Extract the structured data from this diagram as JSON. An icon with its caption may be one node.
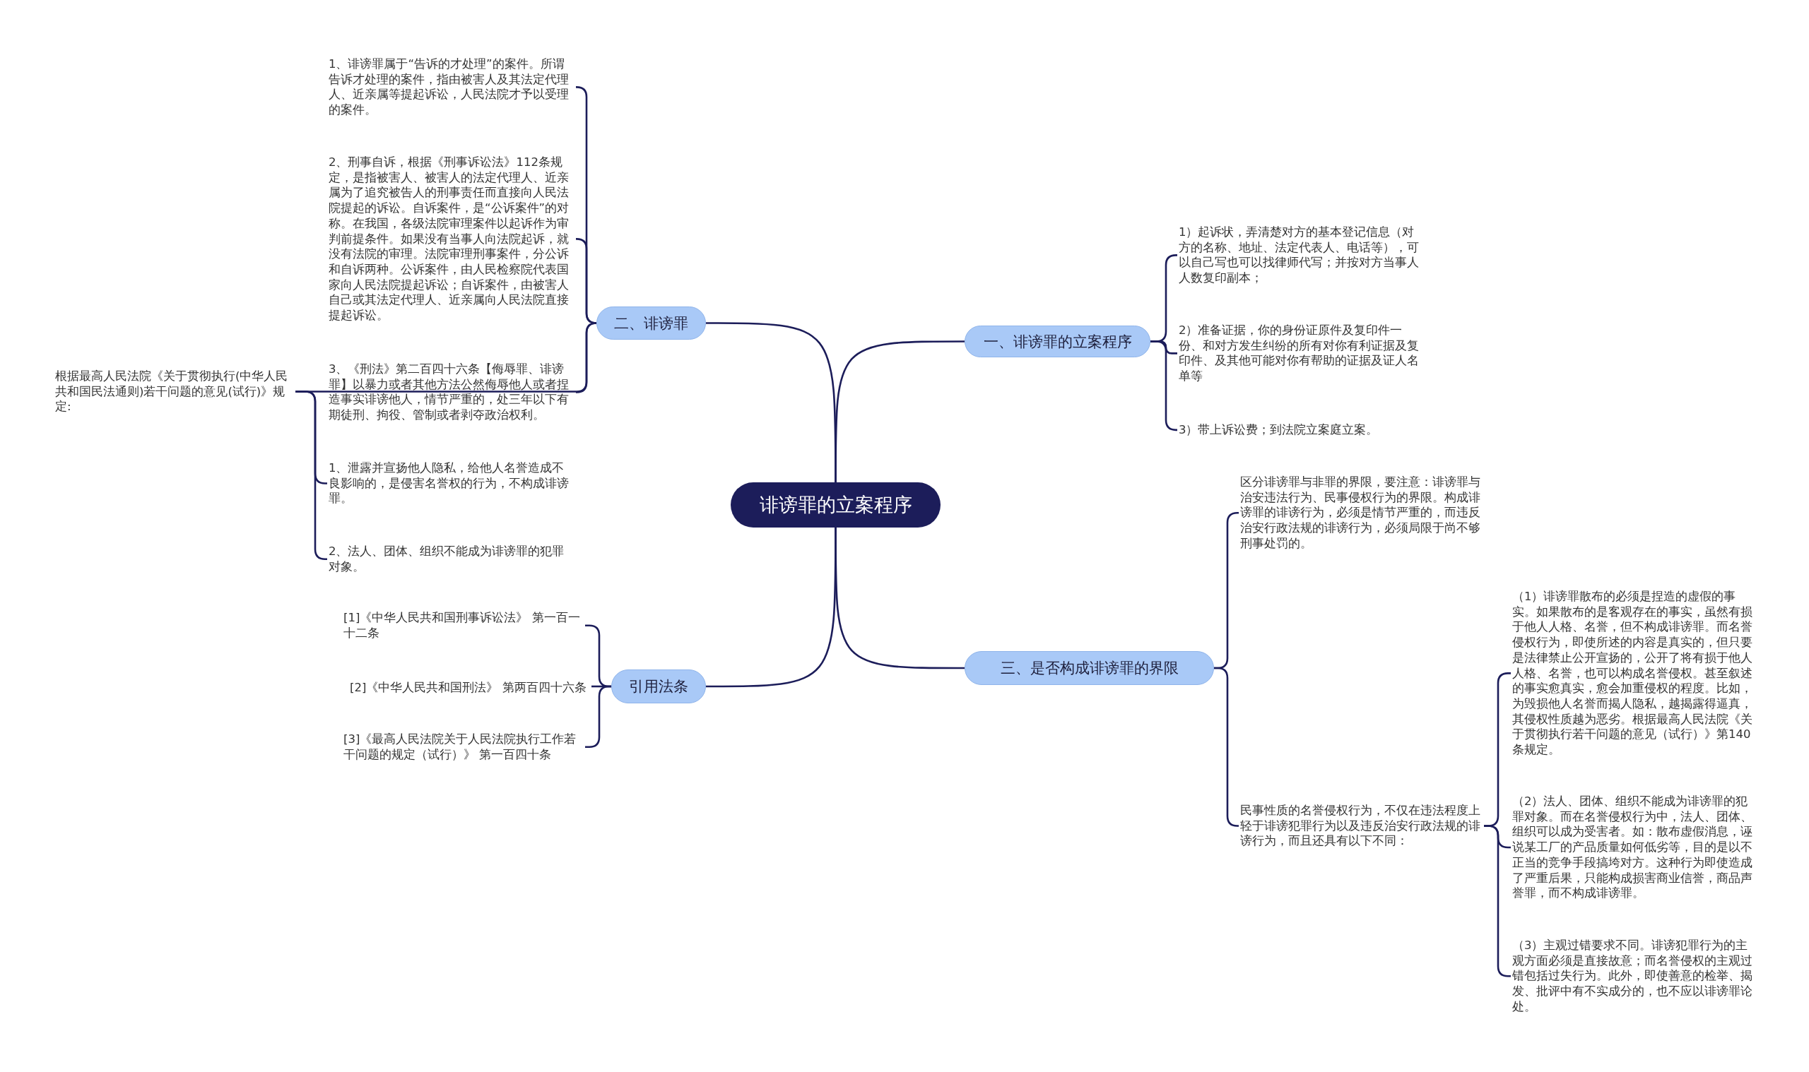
{
  "diagram": {
    "nodes": [
      {
        "text": [
          "诽谤罪的立案程序"
        ]
      },
      {
        "text": [
          "一、诽谤罪的立案程序"
        ]
      },
      {
        "text": [
          "1）起诉状，弄清楚对方的基本登记信息（对方的名称、地址、法定代表人、电话等），可以自己写也可以找律师代写；并按对方当事人人数复印副本；"
        ]
      },
      {
        "text": [
          "2）准备证据，你的身份证原件及复印件一份、和对方发生纠纷的所有对你有利证据及复印件、及其他可能对你有帮助的证据及证人名单等"
        ]
      },
      {
        "text": [
          "3）带上诉讼费；到法院立案庭立案。"
        ]
      },
      {
        "text": [
          "二、诽谤罪"
        ]
      },
      {
        "text": [
          "1、诽谤罪属于“告诉的才处理”的案件。所谓告诉才处理的案件，指由被害人及其法定代理人、近亲属等提起诉讼，人民法院才予以受理的案件。"
        ]
      },
      {
        "text": [
          "2、刑事自诉，根据《刑事诉讼法》112条规定，是指被害人、被害人的法定代理人、近亲属为了追究被告人的刑事责任而直接向人民法院提起的诉讼。自诉案件，是“公诉案件”的对称。在我国，各级法院审理案件以起诉作为审判前提条件。如果没有当事人向法院起诉，就没有法院的审理。法院审理刑事案件，分公诉和自诉两种。公诉案件，由人民检察院代表国家向人民法院提起诉讼；自诉案件，由被害人自己或其法定代理人、近亲属向人民法院直接提起诉讼。"
        ]
      },
      {
        "text": [
          "3、《刑法》第二百四十六条【侮辱罪、诽谤罪】以暴力或者其他方法公然侮辱他人或者捏造事实诽谤他人，情节严重的，处三年以下有期徒刑、拘役、管制或者剥夺政治权利。"
        ]
      },
      {
        "text": [
          "根据最高人民法院《关于贯彻执行(中华人民共和国民法通则)若干问题的意见(试行)》规定:"
        ]
      },
      {
        "text": [
          "1、泄露并宣扬他人隐私，给他人名誉造成不良影响的，是侵害名誉权的行为，不构成诽谤罪。"
        ]
      },
      {
        "text": [
          "2、法人、团体、组织不能成为诽谤罪的犯罪对象。"
        ]
      },
      {
        "text": [
          "三、是否构成诽谤罪的界限"
        ]
      },
      {
        "text": [
          "区分诽谤罪与非罪的界限，要注意：诽谤罪与治安违法行为、民事侵权行为的界限。构成诽谤罪的诽谤行为，必须是情节严重的，而违反治安行政法规的诽谤行为，必须局限于尚不够刑事处罚的。"
        ]
      },
      {
        "text": [
          "民事性质的名誉侵权行为，不仅在违法程度上轻于诽谤犯罪行为以及违反治安行政法规的诽谤行为，而且还具有以下不同："
        ]
      },
      {
        "text": [
          "（1）诽谤罪散布的必须是捏造的虚假的事实。如果散布的是客观存在的事实，虽然有损于他人人格、名誉，但不构成诽谤罪。而名誉侵权行为，即使所述的内容是真实的，但只要是法律禁止公开宣扬的，公开了将有损于他人人格、名誉，也可以构成名誉侵权。甚至叙述的事实愈真实，愈会加重侵权的程度。比如，为毁损他人名誉而揭人隐私，越揭露得逼真，其侵权性质越为恶劣。根据最高人民法院《关于贯彻执行若干问题的意见（试行）》第140条规定。"
        ]
      },
      {
        "text": [
          "（2）法人、团体、组织不能成为诽谤罪的犯罪对象。而在名誉侵权行为中，法人、团体、组织可以成为受害者。如：散布虚假消息，诬说某工厂的产品质量如何低劣等，目的是以不正当的竞争手段搞垮对方。这种行为即使造成了严重后果，只能构成损害商业信誉，商品声誉罪，而不构成诽谤罪。"
        ]
      },
      {
        "text": [
          "（3）主观过错要求不同。诽谤犯罪行为的主观方面必须是直接故意；而名誉侵权的主观过错包括过失行为。此外，即使善意的检举、揭发、批评中有不实成分的，也不应以诽谤罪论处。"
        ]
      },
      {
        "text": [
          "引用法条"
        ]
      },
      {
        "text": [
          "[1]《中华人民共和国刑事诉讼法》 第一百一十二条"
        ]
      },
      {
        "text": [
          "[2]《中华人民共和国刑法》 第两百四十六条"
        ]
      },
      {
        "text": [
          "[3]《最高人民法院关于人民法院执行工作若干问题的规定（试行）》 第一百四十条"
        ]
      }
    ],
    "edges": [
      {
        "from": 0,
        "to": 1,
        "arrow": "none"
      },
      {
        "from": 1,
        "to": 2,
        "arrow": "none"
      },
      {
        "from": 1,
        "to": 3,
        "arrow": "none"
      },
      {
        "from": 1,
        "to": 4,
        "arrow": "none"
      },
      {
        "from": 0,
        "to": 5,
        "arrow": "none"
      },
      {
        "from": 5,
        "to": 6,
        "arrow": "none"
      },
      {
        "from": 5,
        "to": 7,
        "arrow": "none"
      },
      {
        "from": 5,
        "to": 8,
        "arrow": "none"
      },
      {
        "from": 5,
        "to": 9,
        "arrow": "none"
      },
      {
        "from": 9,
        "to": 10,
        "arrow": "none"
      },
      {
        "from": 9,
        "to": 11,
        "arrow": "none"
      },
      {
        "from": 0,
        "to": 12,
        "arrow": "none"
      },
      {
        "from": 12,
        "to": 13,
        "arrow": "none"
      },
      {
        "from": 12,
        "to": 14,
        "arrow": "none"
      },
      {
        "from": 14,
        "to": 15,
        "arrow": "none"
      },
      {
        "from": 14,
        "to": 16,
        "arrow": "none"
      },
      {
        "from": 14,
        "to": 17,
        "arrow": "none"
      },
      {
        "from": 0,
        "to": 18,
        "arrow": "none"
      },
      {
        "from": 18,
        "to": 19,
        "arrow": "none"
      },
      {
        "from": 18,
        "to": 20,
        "arrow": "none"
      },
      {
        "from": 18,
        "to": 21,
        "arrow": "none"
      }
    ]
  }
}
